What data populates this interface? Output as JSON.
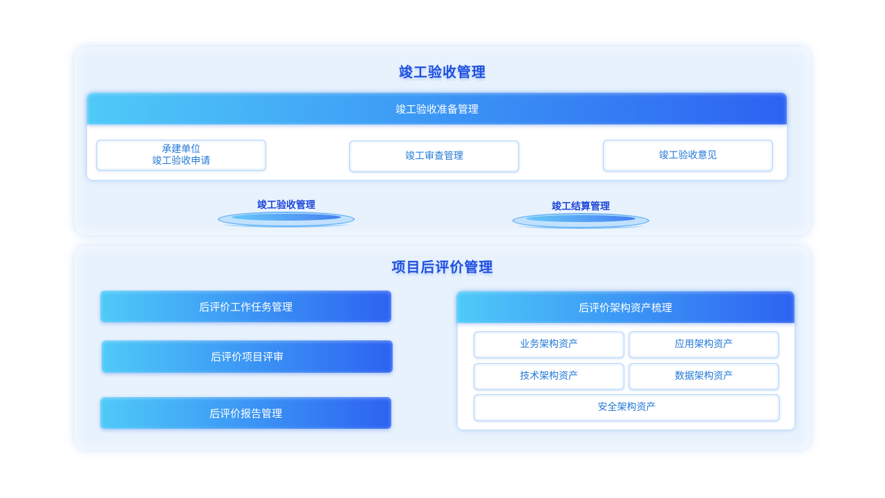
{
  "completion": {
    "title": "竣工验收管理",
    "prep_bar": "竣工验收准备管理",
    "prep_items": [
      "承建单位",
      "竣工验收申请",
      "竣工审查管理",
      "竣工验收意见"
    ],
    "sub_modules": [
      "竣工验收管理",
      "竣工结算管理"
    ]
  },
  "post_eval": {
    "title": "项目后评价管理",
    "left_bars": [
      "后评价工作任务管理",
      "后评价项目评审",
      "后评价报告管理"
    ],
    "arch_bar": "后评价架构资产梳理",
    "arch_items": [
      "业务架构资产",
      "应用架构资产",
      "技术架构资产",
      "数据架构资产",
      "安全架构资产"
    ]
  },
  "colors": {
    "title": "#1f4fe0",
    "bar_start": "#4fcaf8",
    "bar_end": "#2d62f2",
    "cell_text": "#2278d6",
    "panel_bg": "#e8f2fd"
  }
}
